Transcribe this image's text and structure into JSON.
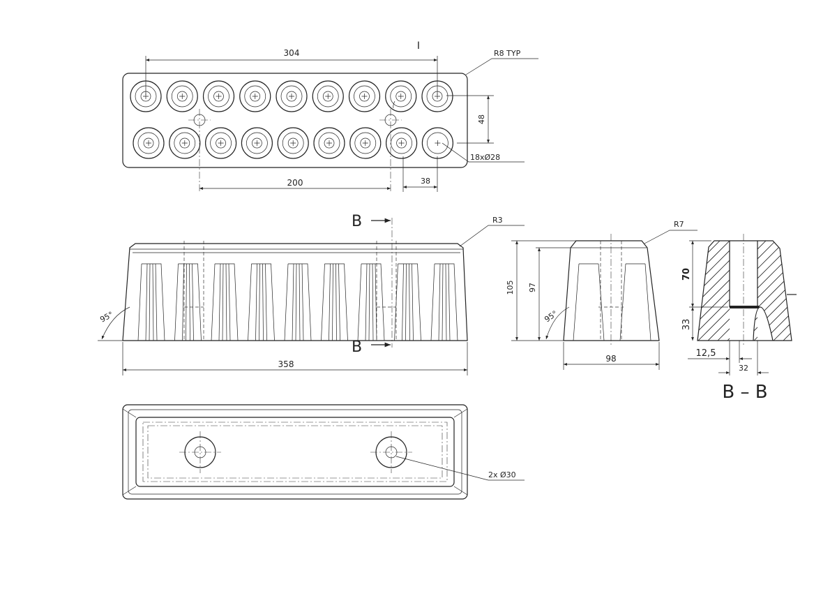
{
  "colors": {
    "line": "#222222",
    "paper": "#ffffff"
  },
  "top_view": {
    "section_marker": "I",
    "dim_length": "304",
    "corner_note": "R8  TYP",
    "dim_row_spacing": "48",
    "hole_note": "18xØ28",
    "dim_pin_spacing": "200",
    "dim_edge": "38"
  },
  "front_view": {
    "section_label_top": "B",
    "section_label_bottom": "B",
    "radius_note": "R3",
    "draft_angle": "95°",
    "dim_length": "358"
  },
  "side_view": {
    "radius_note": "R7",
    "dim_height": "105",
    "dim_inner_height": "97",
    "draft_angle": "95°",
    "dim_width": "98"
  },
  "section_view": {
    "dim_upper": "70",
    "dim_lower": "33",
    "dim_offset": "12,5",
    "dim_bore": "32",
    "title": "B – B"
  },
  "bottom_view": {
    "hole_note": "2x Ø30"
  }
}
